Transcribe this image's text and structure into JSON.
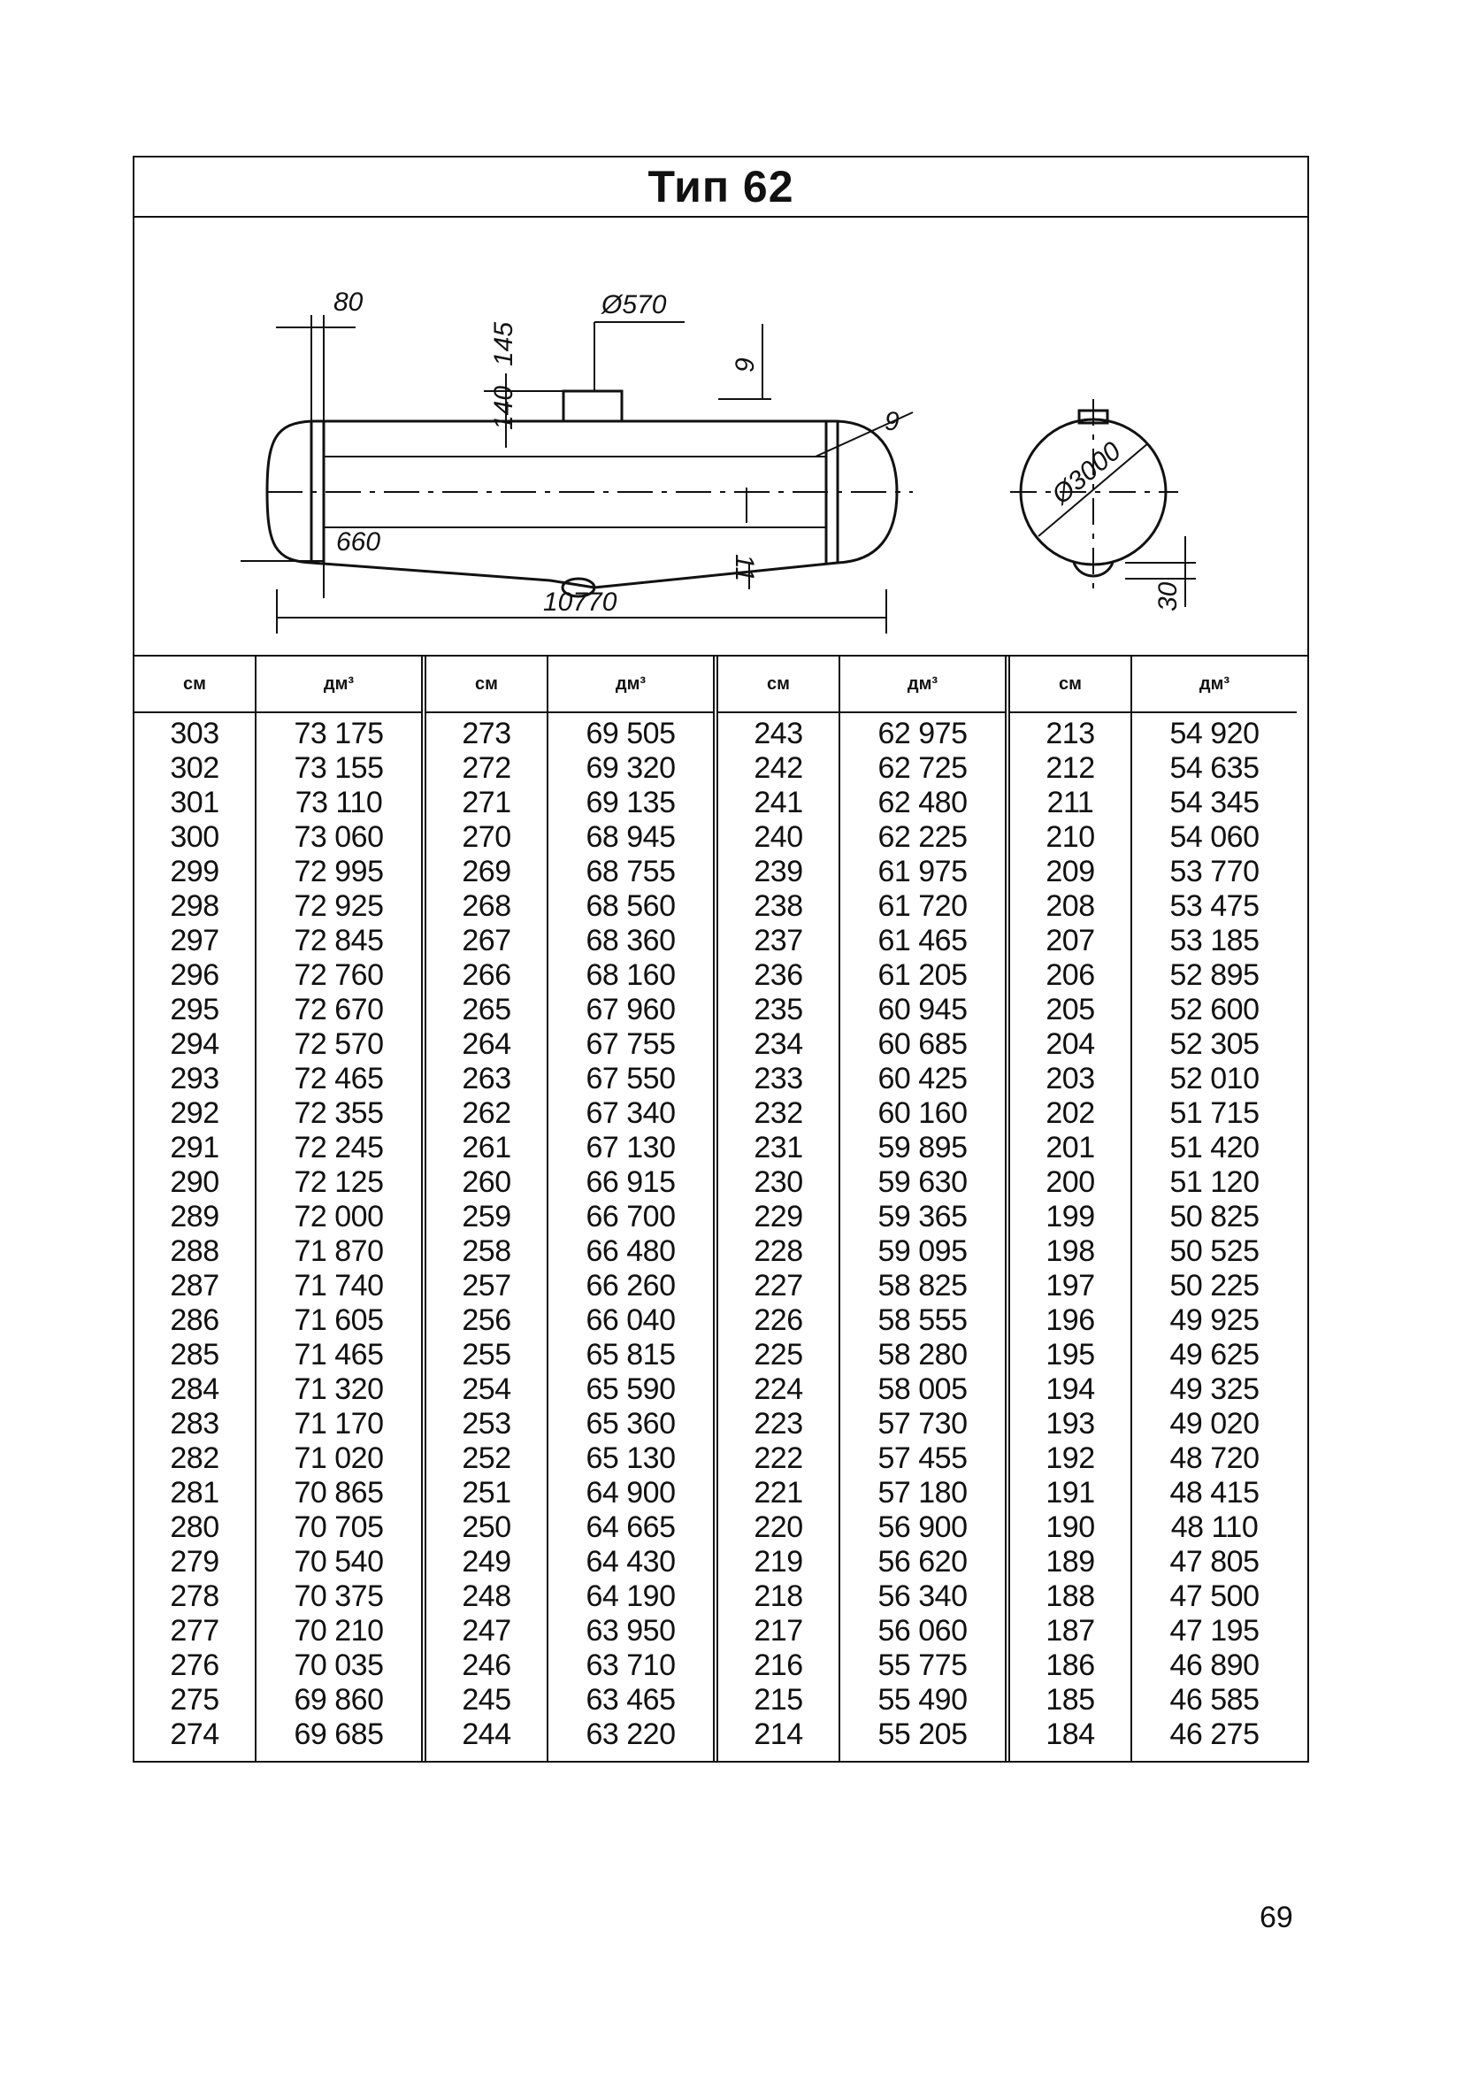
{
  "title": "Тип 62",
  "drawing": {
    "dims": [
      "80",
      "145",
      "140",
      "Ø570",
      "9",
      "9",
      "660",
      "10770",
      "11",
      "Ø3000",
      "30"
    ]
  },
  "table": {
    "headers": [
      "см",
      "дм³",
      "см",
      "дм³",
      "см",
      "дм³",
      "см",
      "дм³"
    ],
    "blocks": [
      {
        "cm": [
          "303",
          "302",
          "301",
          "300",
          "299",
          "298",
          "297",
          "296",
          "295",
          "294",
          "293",
          "292",
          "291",
          "290",
          "289",
          "288",
          "287",
          "286",
          "285",
          "284",
          "283",
          "282",
          "281",
          "280",
          "279",
          "278",
          "277",
          "276",
          "275",
          "274"
        ],
        "dm": [
          "73 175",
          "73 155",
          "73 110",
          "73 060",
          "72 995",
          "72 925",
          "72 845",
          "72 760",
          "72 670",
          "72 570",
          "72 465",
          "72 355",
          "72 245",
          "72 125",
          "72 000",
          "71 870",
          "71 740",
          "71 605",
          "71 465",
          "71 320",
          "71 170",
          "71 020",
          "70 865",
          "70 705",
          "70 540",
          "70 375",
          "70 210",
          "70 035",
          "69 860",
          "69 685"
        ]
      },
      {
        "cm": [
          "273",
          "272",
          "271",
          "270",
          "269",
          "268",
          "267",
          "266",
          "265",
          "264",
          "263",
          "262",
          "261",
          "260",
          "259",
          "258",
          "257",
          "256",
          "255",
          "254",
          "253",
          "252",
          "251",
          "250",
          "249",
          "248",
          "247",
          "246",
          "245",
          "244"
        ],
        "dm": [
          "69 505",
          "69 320",
          "69 135",
          "68 945",
          "68 755",
          "68 560",
          "68 360",
          "68 160",
          "67 960",
          "67 755",
          "67 550",
          "67 340",
          "67 130",
          "66 915",
          "66 700",
          "66 480",
          "66 260",
          "66 040",
          "65 815",
          "65 590",
          "65 360",
          "65 130",
          "64 900",
          "64 665",
          "64 430",
          "64 190",
          "63 950",
          "63 710",
          "63 465",
          "63 220"
        ]
      },
      {
        "cm": [
          "243",
          "242",
          "241",
          "240",
          "239",
          "238",
          "237",
          "236",
          "235",
          "234",
          "233",
          "232",
          "231",
          "230",
          "229",
          "228",
          "227",
          "226",
          "225",
          "224",
          "223",
          "222",
          "221",
          "220",
          "219",
          "218",
          "217",
          "216",
          "215",
          "214"
        ],
        "dm": [
          "62 975",
          "62 725",
          "62 480",
          "62 225",
          "61 975",
          "61 720",
          "61 465",
          "61 205",
          "60 945",
          "60 685",
          "60 425",
          "60 160",
          "59 895",
          "59 630",
          "59 365",
          "59 095",
          "58 825",
          "58 555",
          "58 280",
          "58 005",
          "57 730",
          "57 455",
          "57 180",
          "56 900",
          "56 620",
          "56 340",
          "56 060",
          "55 775",
          "55 490",
          "55 205"
        ]
      },
      {
        "cm": [
          "213",
          "212",
          "211",
          "210",
          "209",
          "208",
          "207",
          "206",
          "205",
          "204",
          "203",
          "202",
          "201",
          "200",
          "199",
          "198",
          "197",
          "196",
          "195",
          "194",
          "193",
          "192",
          "191",
          "190",
          "189",
          "188",
          "187",
          "186",
          "185",
          "184"
        ],
        "dm": [
          "54 920",
          "54 635",
          "54 345",
          "54 060",
          "53 770",
          "53 475",
          "53 185",
          "52 895",
          "52 600",
          "52 305",
          "52 010",
          "51 715",
          "51 420",
          "51 120",
          "50 825",
          "50 525",
          "50 225",
          "49 925",
          "49 625",
          "49 325",
          "49 020",
          "48 720",
          "48 415",
          "48 110",
          "47 805",
          "47 500",
          "47 195",
          "46 890",
          "46 585",
          "46 275"
        ]
      }
    ]
  },
  "page_number": "69"
}
